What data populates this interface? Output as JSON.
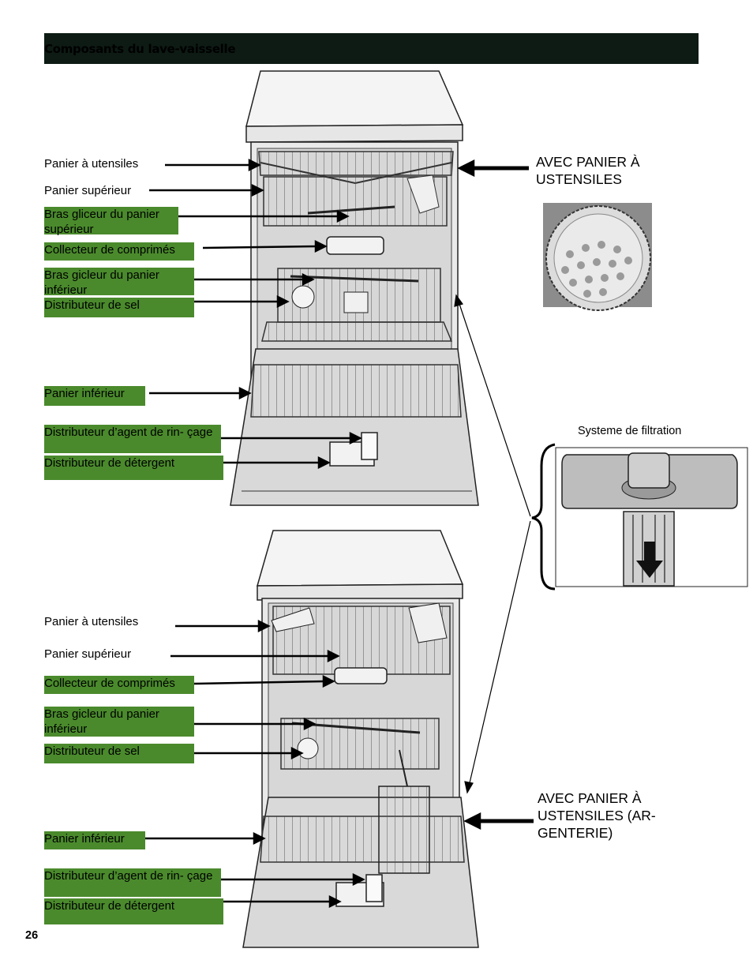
{
  "header": {
    "title": "Composants du lave-vaisselle"
  },
  "top_diagram": {
    "labels": [
      "Panier à utensiles",
      "Panier supérieur",
      "Bras gliceur du panier supérieur",
      "Collecteur de comprimés",
      "Bras gicleur du panier inférieur",
      "Distributeur de sel",
      "Panier inférieur",
      "Distributeur d’agent de rin- çage",
      "Distributeur de détergent"
    ],
    "caption": "AVEC PANIER À USTENSILES"
  },
  "bottom_diagram": {
    "labels": [
      "Panier à utensiles",
      "Panier supérieur",
      "Collecteur de comprimés",
      "Bras gicleur du panier inférieur",
      "Distributeur de sel",
      "Panier inférieur",
      "Distributeur d’agent de rin- çage",
      "Distributeur de détergent"
    ],
    "caption": "AVEC PANIER À USTENSILES (AR- GENTERIE)"
  },
  "filter": {
    "title": "Systeme de filtration"
  },
  "page_number": "26",
  "colors": {
    "label_green": "#4a8a2c",
    "header_bg": "#0d1b14"
  }
}
